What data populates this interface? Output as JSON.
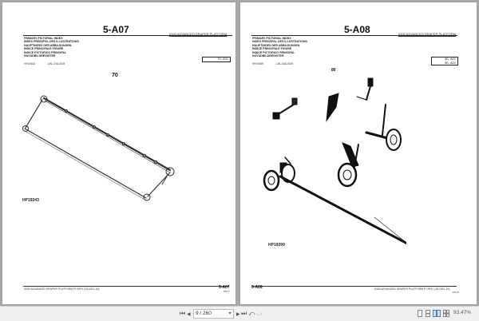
{
  "pages": {
    "left": {
      "title": "5-A07",
      "product": "6300 ADVANCED DRAPER PLATFORM",
      "index_lines": [
        "PRIMARY PICTORIAL INDEX",
        "INDEX PRINCIPAL DES ILLUSTRATIONS",
        "HAUPTINDEX DER ABBILDUNGEN",
        "INDICE PRINCIPALE FIGURE",
        "INDICE PICTORICO PRINCIPAL",
        "HUVUDBILDREGISTER"
      ],
      "meta_id": "HP19343",
      "meta_date": "-UN-17AUG09",
      "ref_box": [
        "70-   A01"
      ],
      "figure_number": "70",
      "figure_id": "HP19343",
      "footer_text": "6300 ADVANCED DRAPER PLATFORM     PC9971     (16-DEC-16)",
      "footer_page": "5-A07",
      "footer_sub": "PN=7"
    },
    "right": {
      "title": "5-A08",
      "product": "6300 ADVANCED DRAPER PLATFORM",
      "index_lines": [
        "PRIMARY PICTORIAL INDEX",
        "INDEX PRINCIPAL DES ILLUSTRATIONS",
        "HAUPTINDEX DER ABBILDUNGEN",
        "INDICE PRINCIPALE FIGURE",
        "INDICE PICTORICO PRINCIPAL",
        "HUVUDBILDREGISTER"
      ],
      "meta_id": "HP19399",
      "meta_date": "-UN-13AUG09",
      "ref_box": [
        "80-   A01",
        "80-   A02"
      ],
      "figure_number": "80",
      "figure_id": "HP19399",
      "footer_text": "6300 ADVANCED DRAPER PLATFORM     PC9971     (16-DEC-16)",
      "footer_page": "5-A08",
      "footer_sub": "PN=8"
    }
  },
  "toolbar": {
    "first_page": "⏮",
    "prev_page": "◀",
    "page_value": "9 / 260",
    "page_dropdown": "▾",
    "next_page": "▶",
    "last_page": "⏭",
    "back": "⤺",
    "forward": "⤻",
    "zoom_value": "93.47%"
  }
}
